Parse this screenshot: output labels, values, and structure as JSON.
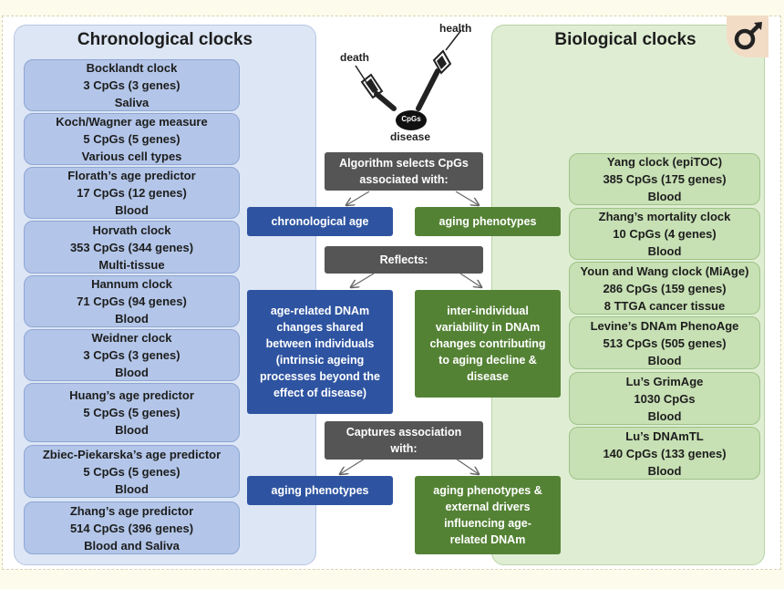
{
  "left_panel": {
    "title": "Chronological clocks",
    "clocks": [
      {
        "name": "Bocklandt clock",
        "cpgs": "3 CpGs (3 genes)",
        "tissue": "Saliva"
      },
      {
        "name": "Koch/Wagner age measure",
        "cpgs": "5 CpGs (5 genes)",
        "tissue": "Various cell types"
      },
      {
        "name": "Florath’s age predictor",
        "cpgs": "17 CpGs (12 genes)",
        "tissue": "Blood"
      },
      {
        "name": "Horvath clock",
        "cpgs": "353 CpGs (344 genes)",
        "tissue": "Multi-tissue"
      },
      {
        "name": "Hannum clock",
        "cpgs": "71 CpGs (94 genes)",
        "tissue": "Blood"
      },
      {
        "name": "Weidner clock",
        "cpgs": "3 CpGs (3 genes)",
        "tissue": "Blood"
      },
      {
        "name": "Huang’s age predictor",
        "cpgs": "5 CpGs (5 genes)",
        "tissue": "Blood"
      },
      {
        "name": "Zbiec-Piekarska’s age predictor",
        "cpgs": "5 CpGs (5 genes)",
        "tissue": "Blood"
      },
      {
        "name": "Zhang’s age predictor",
        "cpgs": "514 CpGs (396 genes)",
        "tissue": "Blood and Saliva"
      }
    ]
  },
  "right_panel": {
    "title": "Biological clocks",
    "clocks": [
      {
        "name": "Yang clock (epiTOC)",
        "cpgs": "385 CpGs (175 genes)",
        "tissue": "Blood"
      },
      {
        "name": "Zhang’s mortality clock",
        "cpgs": "10 CpGs (4 genes)",
        "tissue": "Blood"
      },
      {
        "name": "Youn and Wang clock (MiAge)",
        "cpgs": "286 CpGs (159 genes)",
        "tissue": "8 TTGA cancer tissue"
      },
      {
        "name": "Levine’s DNAm PhenoAge",
        "cpgs": "513 CpGs (505 genes)",
        "tissue": "Blood"
      },
      {
        "name": "Lu’s GrimAge",
        "cpgs": "1030 CpGs",
        "tissue": "Blood"
      },
      {
        "name": "Lu’s DNAmTL",
        "cpgs": "140 CpGs (133 genes)",
        "tissue": "Blood"
      }
    ]
  },
  "center": {
    "figure": {
      "death": "death",
      "health": "health",
      "cpgs": "CpGs",
      "disease": "disease"
    },
    "step1": {
      "line1": "Algorithm selects CpGs",
      "line2": "associated with:"
    },
    "step1_left": "chronological age",
    "step1_right": "aging phenotypes",
    "step2": "Reflects:",
    "step2_left": [
      "age-related DNAm",
      "changes shared",
      "between individuals",
      "(intrinsic ageing",
      "processes beyond the",
      "effect of disease)"
    ],
    "step2_right": [
      "inter-individual",
      "variability in DNAm",
      "changes contributing",
      "to aging decline &",
      "disease"
    ],
    "step3": {
      "line1": "Captures association",
      "line2": "with:"
    },
    "step3_left": "aging phenotypes",
    "step3_right": [
      "aging phenotypes &",
      "external drivers",
      "influencing age-",
      "related DNAm"
    ]
  },
  "colors": {
    "blue_dark": "#2e54a1",
    "green_dark": "#548235",
    "grey_dark": "#555555",
    "blue_light": "#b3c6e9",
    "green_light": "#c7e0b4"
  },
  "icons": {
    "badge": "male-symbol-icon"
  }
}
